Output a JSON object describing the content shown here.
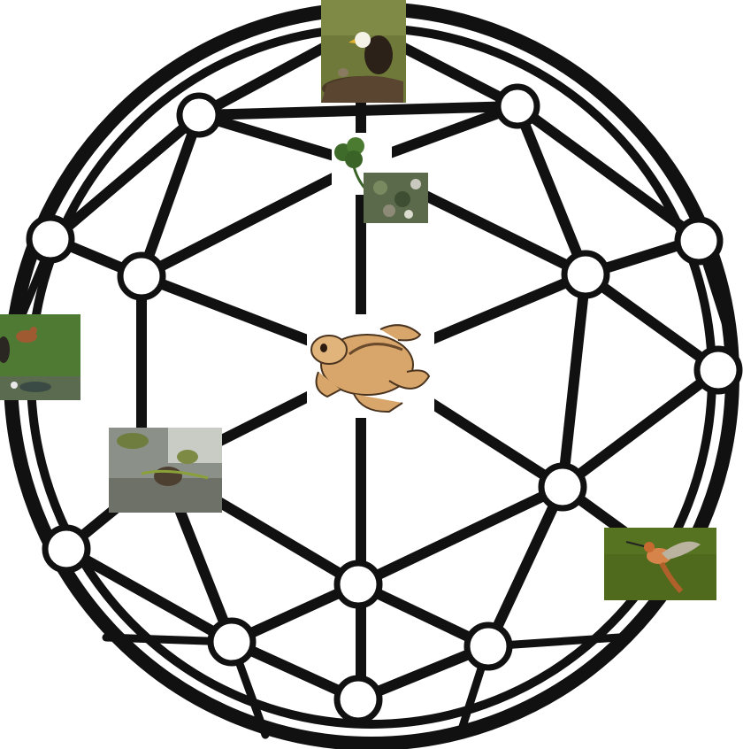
{
  "diagram": {
    "type": "food-web-sphere",
    "center_organism": "frog-icon",
    "organisms": [
      {
        "name": "bald-eagle",
        "icon": "eagle-icon"
      },
      {
        "name": "clover-plant",
        "icon": "clover-icon"
      },
      {
        "name": "ground-plants",
        "icon": "plant-icon"
      },
      {
        "name": "wild-dogs",
        "icon": "canine-icon"
      },
      {
        "name": "frogs-in-pond",
        "icon": "pond-frog-icon"
      },
      {
        "name": "hummingbird",
        "icon": "hummingbird-icon"
      }
    ],
    "colors": {
      "lines": "#111111",
      "nodes": "#ffffff",
      "background": "#ffffff",
      "frog_body": "#d8a66a",
      "eagle_bg": "#6f7a3a",
      "hummingbird_bg": "#4f6a1c"
    }
  }
}
